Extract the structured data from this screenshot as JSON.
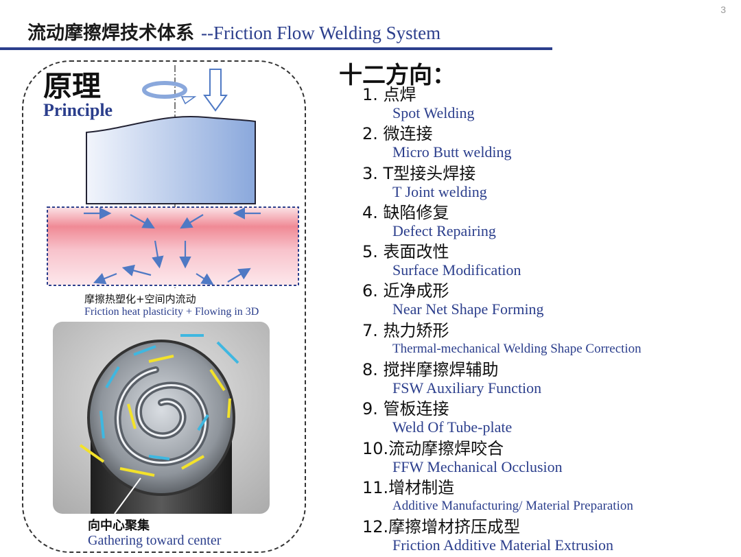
{
  "page_number": "3",
  "title": {
    "zh": "流动摩擦焊技术体系",
    "en": "--Friction Flow Welding System"
  },
  "principle": {
    "zh": "原理",
    "en": "Principle",
    "caption_flow_zh": "摩擦热塑化+空间内流动",
    "caption_flow_en": "Friction heat plasticity + Flowing in 3D",
    "caption_center_zh": "向中心聚集",
    "caption_center_en": "Gathering toward  center"
  },
  "directions": {
    "heading": "十二方向：",
    "items": [
      {
        "num": "1.",
        "zh": "点焊",
        "en": "Spot Welding"
      },
      {
        "num": "2.",
        "zh": "微连接",
        "en": "Micro Butt welding"
      },
      {
        "num": "3.",
        "zh": "T型接头焊接",
        "en": "T Joint welding"
      },
      {
        "num": "4.",
        "zh": "缺陷修复",
        "en": "Defect Repairing"
      },
      {
        "num": "5.",
        "zh": "表面改性",
        "en": "Surface Modification"
      },
      {
        "num": "6.",
        "zh": "近净成形",
        "en": "Near Net Shape Forming"
      },
      {
        "num": "7.",
        "zh": "热力矫形",
        "en": "Thermal-mechanical Welding Shape Correction"
      },
      {
        "num": "8.",
        "zh": "搅拌摩擦焊辅助",
        "en": "FSW Auxiliary Function"
      },
      {
        "num": "9.",
        "zh": "管板连接",
        "en": "Weld Of  Tube-plate"
      },
      {
        "num": "10.",
        "zh": "流动摩擦焊咬合",
        "en": "FFW Mechanical Occlusion"
      },
      {
        "num": "11.",
        "zh": "增材制造",
        "en": "Additive Manufacturing/ Material Preparation"
      },
      {
        "num": "12.",
        "zh": "摩擦增材挤压成型",
        "en": "Friction Additive Material Extrusion"
      }
    ]
  },
  "colors": {
    "accent": "#2b3e8c",
    "heat": "#f08a95",
    "tool": "#8aa8dc",
    "flow_arrow": "#4f79c4",
    "photo_arrow_cyan": "#3fb7e0",
    "photo_arrow_yellow": "#f3e22a"
  }
}
